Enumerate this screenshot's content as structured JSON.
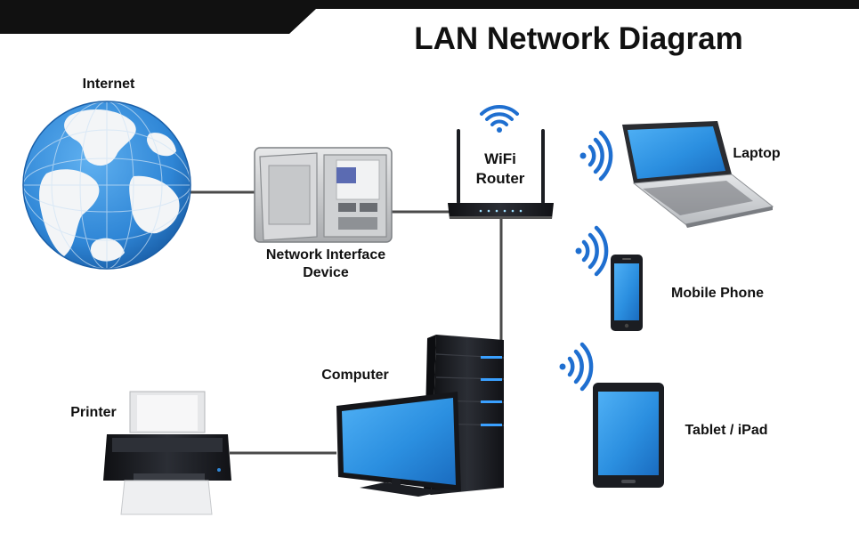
{
  "title": "LAN Network Diagram",
  "nodes": {
    "internet": "Internet",
    "nid_line1": "Network Interface",
    "nid_line2": "Device",
    "router_line1": "WiFi",
    "router_line2": "Router",
    "laptop": "Laptop",
    "phone": "Mobile Phone",
    "tablet": "Tablet / iPad",
    "computer": "Computer",
    "printer": "Printer"
  },
  "colors": {
    "header_bar": "#111111",
    "screen_blue": "#2b8fe0",
    "ocean_blue": "#2f86d6",
    "land_white": "#f4f6f8",
    "wifi_blue": "#1f6fd0",
    "device_dark": "#1b1d22",
    "cable": "#555555"
  },
  "icons": [
    "globe-icon",
    "network-interface-box-icon",
    "wifi-router-icon",
    "laptop-icon",
    "mobile-phone-icon",
    "tablet-icon",
    "computer-tower-icon",
    "monitor-icon",
    "printer-icon",
    "wifi-signal-icon"
  ]
}
